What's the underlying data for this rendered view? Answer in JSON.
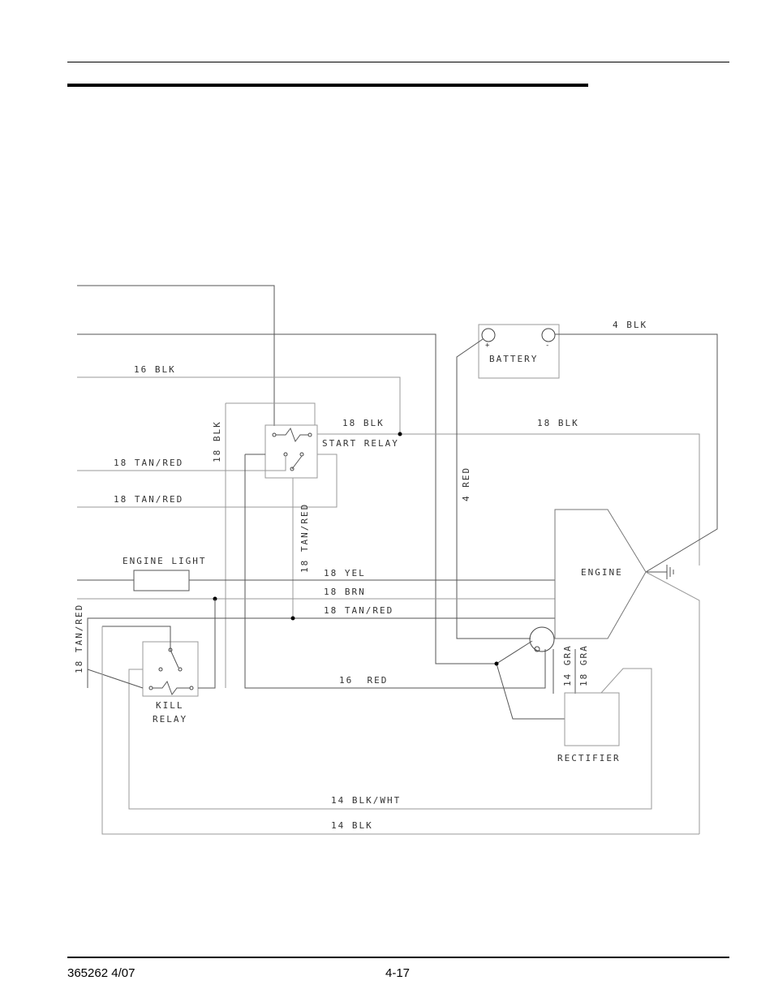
{
  "labels": {
    "blk4": "4 BLK",
    "battery": "BATTERY",
    "plus": "+",
    "minus": "-",
    "blk16": "16 BLK",
    "blk18_vertical": "18 BLK",
    "blk18_start": "18 BLK",
    "blk18_right": "18 BLK",
    "start_relay": "START RELAY",
    "tanred1": "18 TAN/RED",
    "tanred2": "18 TAN/RED",
    "red4": "4 RED",
    "tanred_vert": "18 TAN/RED",
    "engine_light": "ENGINE LIGHT",
    "yel18": "18 YEL",
    "brn18": "18 BRN",
    "tanred3": "18 TAN/RED",
    "engine": "ENGINE",
    "tanred_left": "18 TAN/RED",
    "red16": "16  RED",
    "gra14": "14 GRA",
    "gra18": "18 GRA",
    "kill": "KILL",
    "relay": "RELAY",
    "rectifier": "RECTIFIER",
    "blkwht14": "14 BLK/WHT",
    "blk14": "14 BLK"
  },
  "footer": {
    "doc_number": "365262 4/07",
    "page_number": "4-17"
  }
}
